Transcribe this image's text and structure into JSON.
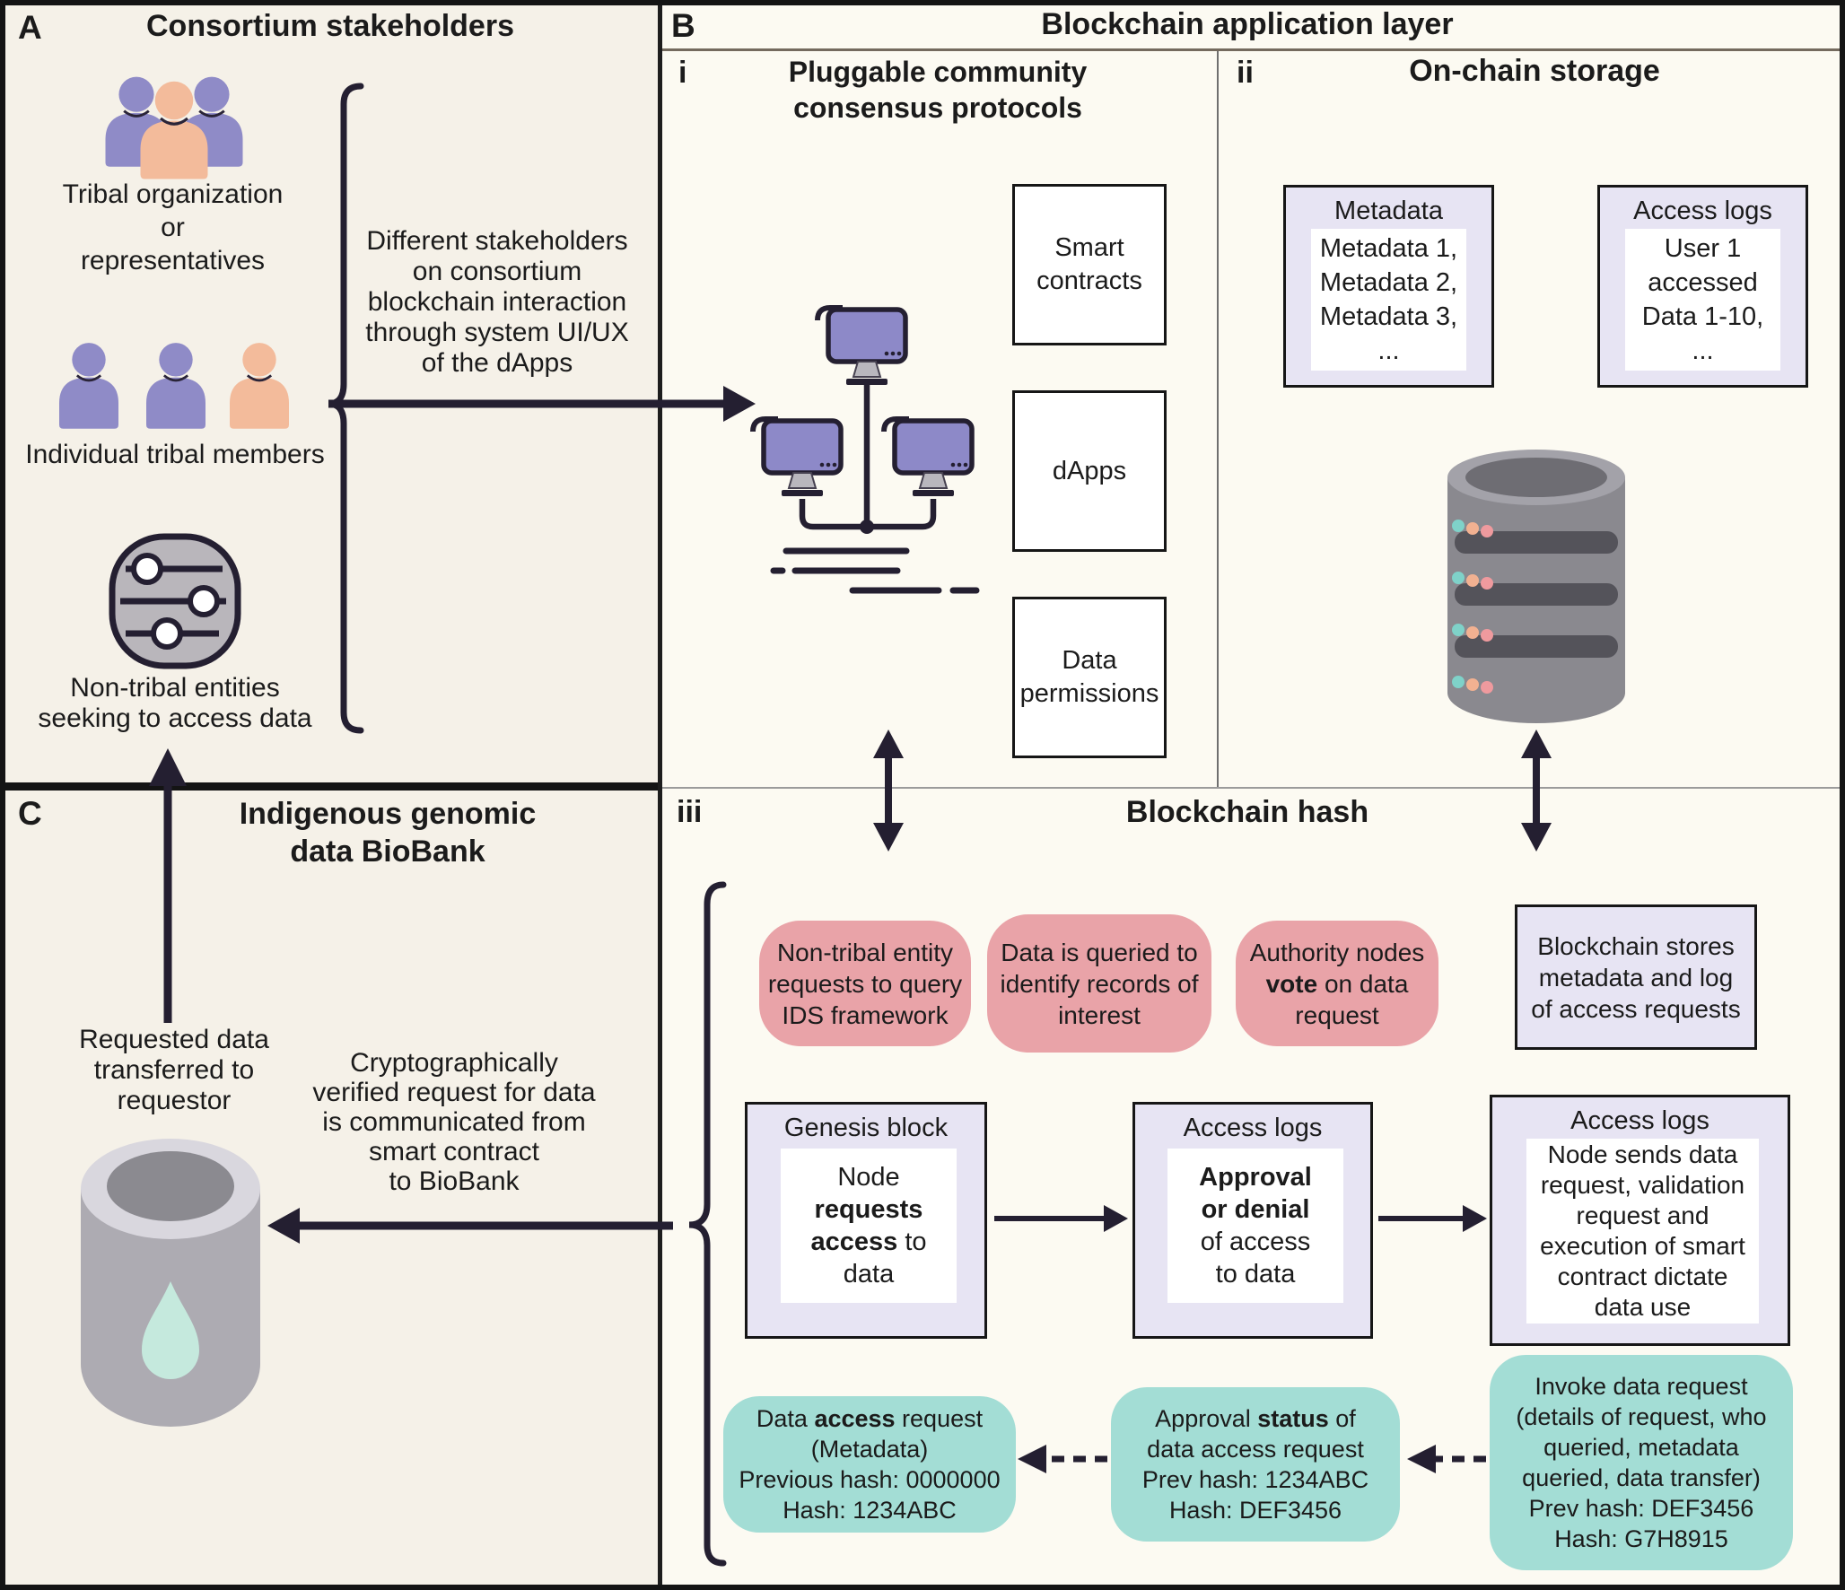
{
  "panels": {
    "a": {
      "label": "A",
      "title": "Consortium stakeholders",
      "stakeholders": [
        {
          "icon": "people-group-icon",
          "lines": [
            "Tribal organization",
            "or",
            "representatives"
          ]
        },
        {
          "icon": "three-persons-icon",
          "lines": [
            "Individual tribal members"
          ]
        },
        {
          "icon": "sliders-icon",
          "lines": [
            "Non-tribal entities",
            "seeking to access data"
          ]
        }
      ],
      "note_lines": [
        "Different stakeholders",
        "on consortium",
        "blockchain interaction",
        "through system UI/UX",
        "of the dApps"
      ]
    },
    "b": {
      "label": "B",
      "title": "Blockchain application layer",
      "i": {
        "label": "i",
        "title_lines": [
          "Pluggable community",
          "consensus protocols"
        ],
        "icon": "network-computers-icon",
        "boxes": [
          {
            "lines": [
              "Smart",
              "contracts"
            ]
          },
          {
            "lines": [
              "dApps"
            ]
          },
          {
            "lines": [
              "Data",
              "permissions"
            ]
          }
        ]
      },
      "ii": {
        "label": "ii",
        "title": "On-chain storage",
        "icon": "database-icon",
        "metadata_box": {
          "title": "Metadata",
          "lines": [
            "Metadata 1,",
            "Metadata 2,",
            "Metadata 3,",
            "..."
          ]
        },
        "access_box": {
          "title": "Access logs",
          "lines": [
            "User 1",
            "accessed",
            "Data 1-10,",
            "..."
          ]
        }
      },
      "iii": {
        "label": "iii",
        "title": "Blockchain hash",
        "pink_boxes": [
          {
            "lines": [
              {
                "pre": "Non-tribal entity"
              },
              {
                "pre": "requests to query"
              },
              {
                "pre": "IDS framework"
              }
            ]
          },
          {
            "lines": [
              {
                "pre": "Data is queried to"
              },
              {
                "pre": "identify records of"
              },
              {
                "pre": "interest"
              }
            ]
          },
          {
            "lines": [
              {
                "pre": "Authority nodes"
              },
              {
                "bold": "vote",
                "post": " on data"
              },
              {
                "pre": "request"
              }
            ]
          }
        ],
        "stores_box": {
          "lines": [
            "Blockchain stores",
            "metadata and log",
            "of access requests"
          ]
        },
        "chain_boxes": [
          {
            "title": "Genesis block",
            "lines": [
              {
                "pre": "Node"
              },
              {
                "bold": "requests"
              },
              {
                "bold": "access",
                "post": " to"
              },
              {
                "pre": "data"
              }
            ]
          },
          {
            "title": "Access logs",
            "lines": [
              {
                "bold": "Approval"
              },
              {
                "bold": "or denial"
              },
              {
                "pre": "of access"
              },
              {
                "pre": "to data"
              }
            ]
          },
          {
            "title": "Access logs",
            "lines": [
              "Node sends data",
              "request, validation",
              "request and",
              "execution of smart",
              "contract dictate",
              "data use"
            ]
          }
        ],
        "hash_boxes": [
          {
            "lines": [
              {
                "pre": "Data ",
                "bold": "access",
                "post": " request"
              },
              {
                "pre": "(Metadata)"
              },
              {
                "pre": "Previous hash:  0000000"
              },
              {
                "pre": "Hash:  1234ABC"
              }
            ]
          },
          {
            "lines": [
              {
                "pre": "Approval ",
                "bold": "status",
                "post": " of"
              },
              {
                "pre": "data access request"
              },
              {
                "pre": "Prev hash:  1234ABC"
              },
              {
                "pre": "Hash:  DEF3456"
              }
            ]
          },
          {
            "lines": [
              "Invoke data request",
              "(details of request, who",
              "queried, metadata",
              "queried, data transfer)",
              "Prev hash:  DEF3456",
              "Hash:  G7H8915"
            ]
          }
        ]
      }
    },
    "c": {
      "label": "C",
      "title_lines": [
        "Indigenous genomic",
        "data BioBank"
      ],
      "icon": "biobank-bucket-icon",
      "transfer_lines": [
        "Requested data",
        "transferred to",
        "requestor"
      ],
      "request_lines": [
        "Cryptographically",
        "verified request for data",
        "is communicated from",
        "smart contract",
        "to BioBank"
      ]
    }
  },
  "colors": {
    "panel_cream": "#f5f1e8",
    "panel_ivory": "#fcfaf2",
    "pink": "#e9a3a8",
    "lavender": "#e7e4f3",
    "teal": "#a3ddd5",
    "purple": "#8f8bc7",
    "peach": "#f3bb9b",
    "icon_outline": "#241f31",
    "gray_icon": "#b9b6bb",
    "droplet": "#c5e9dd"
  }
}
